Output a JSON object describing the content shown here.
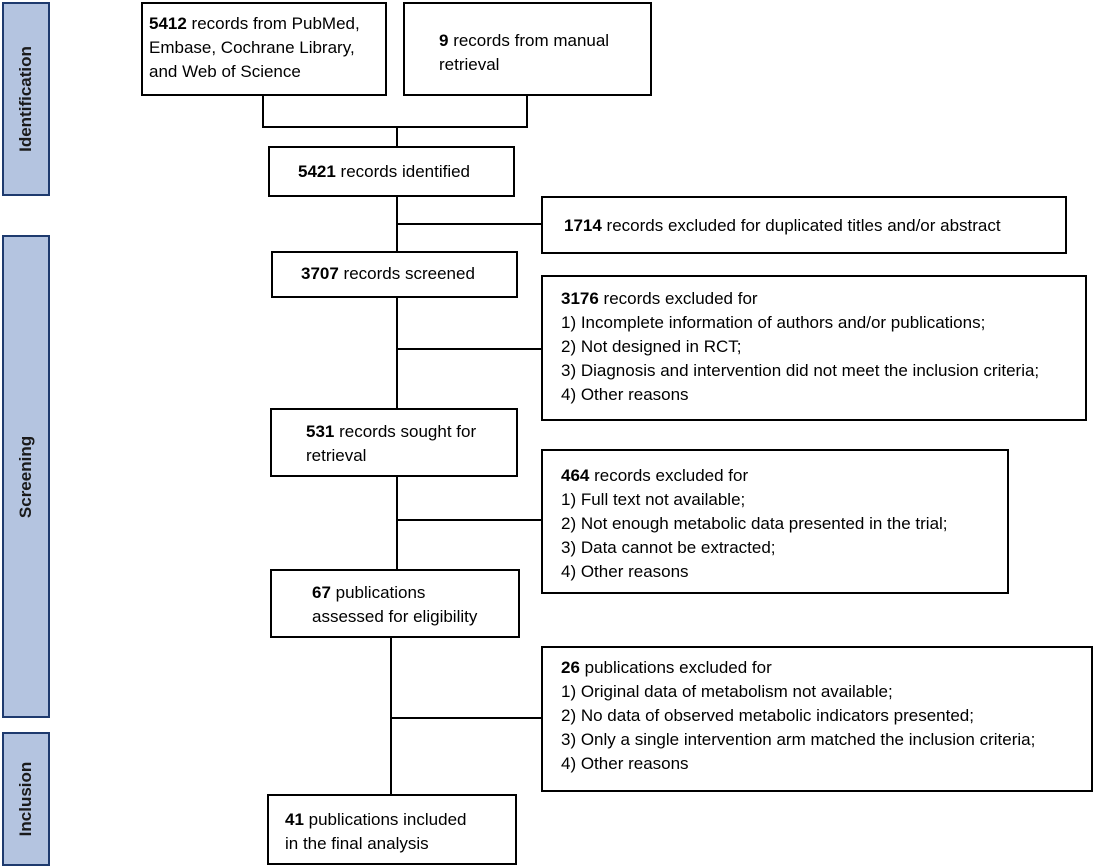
{
  "phases": {
    "identification": "Identification",
    "screening": "Screening",
    "inclusion": "Inclusion"
  },
  "boxes": {
    "pubmed": {
      "count": "5412",
      "text": " records from PubMed,",
      "line2": "Embase, Cochrane Library,",
      "line3": "and Web of Science"
    },
    "manual": {
      "count": "9",
      "text": " records from manual",
      "line2": "retrieval"
    },
    "identified": {
      "count": "5421",
      "text": " records identified"
    },
    "duplicates": {
      "count": "1714",
      "text": " records excluded for duplicated titles and/or abstract"
    },
    "screened": {
      "count": "3707",
      "text": " records screened"
    },
    "excluded_screen": {
      "count": "3176",
      "text": " records excluded for",
      "reasons": [
        "1) Incomplete information of authors and/or publications;",
        "2) Not designed in RCT;",
        "3) Diagnosis and intervention did not meet the inclusion criteria;",
        "4) Other reasons"
      ]
    },
    "sought": {
      "count": "531",
      "text": " records sought for",
      "line2": "retrieval"
    },
    "excluded_retrieval": {
      "count": "464",
      "text": " records excluded for",
      "reasons": [
        "1) Full text not available;",
        "2) Not enough metabolic data presented in the trial;",
        "3) Data cannot be extracted;",
        "4) Other reasons"
      ]
    },
    "assessed": {
      "count": "67",
      "text": " publications",
      "line2": "assessed for eligibility"
    },
    "excluded_eligibility": {
      "count": "26",
      "text": " publications excluded for",
      "reasons": [
        "1) Original data of metabolism not available;",
        "2) No data of observed metabolic indicators presented;",
        "3) Only a single intervention arm matched the inclusion criteria;",
        "4) Other reasons"
      ]
    },
    "included": {
      "count": "41",
      "text": " publications included",
      "line2": "in the final analysis"
    }
  }
}
